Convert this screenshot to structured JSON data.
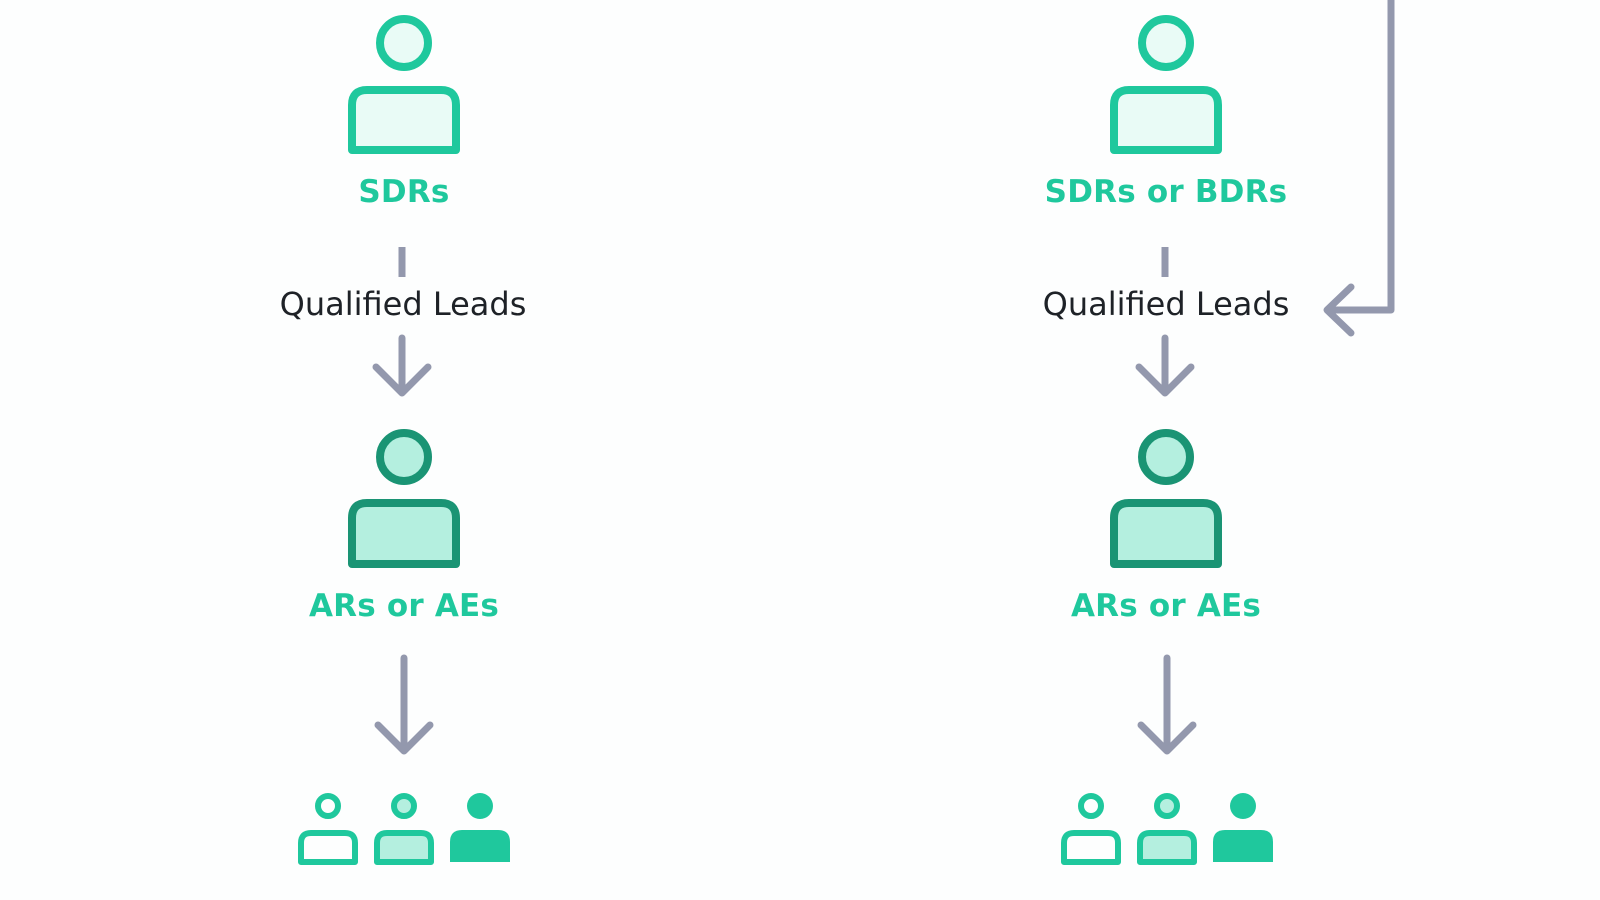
{
  "colors": {
    "background": "#fdfefe",
    "accent_light": "#1fc89d",
    "accent_dark": "#1a9474",
    "fill_pale": "#e9fbf6",
    "fill_mint": "#b4efdf",
    "arrow": "#9398ad",
    "text": "#1e2227"
  },
  "columns": [
    {
      "top_role": {
        "label": "SDRs",
        "icon": "person-outline-icon"
      },
      "handoff_label": "Qualified Leads",
      "middle_role": {
        "label": "ARs or AEs",
        "icon": "person-filled-mint-icon"
      },
      "customers": {
        "icons": [
          "person-outline-icon",
          "person-mint-icon",
          "person-solid-icon"
        ]
      }
    },
    {
      "top_role": {
        "label": "SDRs or BDRs",
        "icon": "person-outline-icon"
      },
      "handoff_label": "Qualified Leads",
      "middle_role": {
        "label": "ARs or AEs",
        "icon": "person-filled-mint-icon"
      },
      "customers": {
        "icons": [
          "person-outline-icon",
          "person-mint-icon",
          "person-solid-icon"
        ]
      },
      "feedback_arrow": {
        "icon": "feedback-arrow-icon",
        "direction": "from top into Qualified Leads"
      }
    }
  ]
}
